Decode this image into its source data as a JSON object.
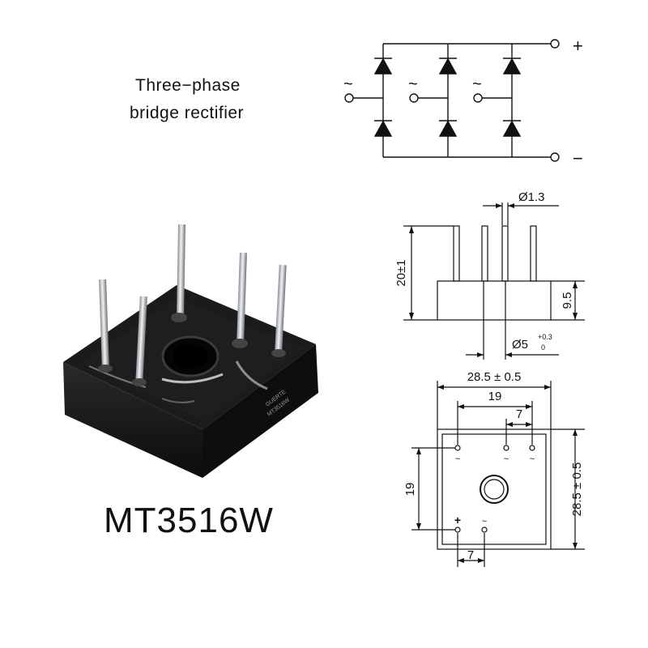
{
  "description": {
    "line1": "Three−phase",
    "line2": "bridge rectifier"
  },
  "model": "MT3516W",
  "schematic": {
    "positive": "+",
    "negative": "−",
    "ac_symbol": "~"
  },
  "side_view": {
    "pin_diameter": "Ø1.3",
    "height": "20±1",
    "body_height": "9.5",
    "hole_diameter": "Ø5",
    "hole_tol_upper": "+0.3",
    "hole_tol_lower": "0"
  },
  "top_view": {
    "width": "28.5 ± 0.5",
    "pin_span": "19",
    "pin_pitch_top": "7",
    "pin_span_vertical": "19",
    "height": "28.5 ± 0.5",
    "pin_pitch_bottom": "7",
    "pin_mark_plus": "+",
    "pin_mark_ac": "~"
  },
  "package_marking": {
    "brand": "GUERTE",
    "part": "MT3516W"
  }
}
